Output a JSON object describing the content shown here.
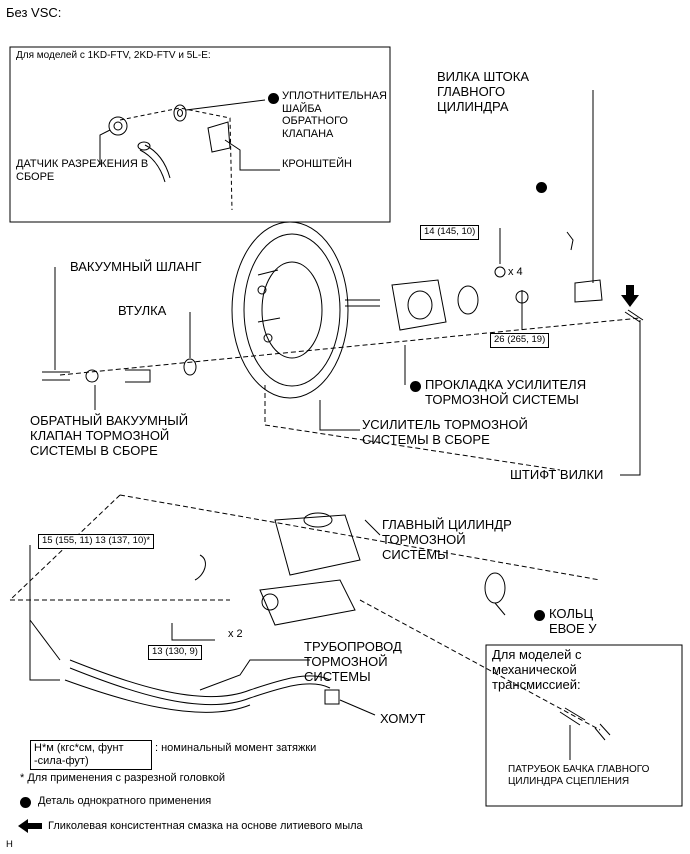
{
  "title": "Без VSC:",
  "inset_note": "Для моделей с 1KD-FTV, 2KD-FTV и 5L-E:",
  "labels": {
    "check_valve_gasket": "УПЛОТНИТЕЛЬНАЯ\nШАЙБА\nОБРАТНОГО\nКЛАПАНА",
    "vacuum_sensor": "ДАТЧИК РАЗРЕЖЕНИЯ В\nСБОРЕ",
    "bracket": "КРОНШТЕЙН",
    "push_rod_clevis": "ВИЛКА ШТОКА\nГЛАВНОГО\nЦИЛИНДРА",
    "vacuum_hose": "ВАКУУМНЫЙ ШЛАНГ",
    "grommet": "ВТУЛКА",
    "x4": "x 4",
    "booster_gasket": "ПРОКЛАДКА УСИЛИТЕЛЯ\nТОРМОЗНОЙ СИСТЕМЫ",
    "check_valve": "ОБРАТНЫЙ ВАКУУМНЫЙ\nКЛАПАН ТОРМОЗНОЙ\n СИСТЕМЫ В СБОРЕ",
    "booster": "УСИЛИТЕЛЬ ТОРМОЗНОЙ\nСИСТЕМЫ В СБОРЕ",
    "clevis_pin": "ШТИФТ ВИЛКИ",
    "master_cylinder": "ГЛАВНЫЙ ЦИЛИНДР\nТОРМОЗНОЙ\nСИСТЕМЫ",
    "x2": "x 2",
    "o_ring": "КОЛЬЦ\nЕВОЕ У",
    "brake_line": "ТРУБОПРОВОД\nТОРМОЗНОЙ\nСИСТЕМЫ",
    "clamp": "ХОМУТ",
    "manual_note": "Для моделей с\nмеханической\nтрансмиссией:",
    "clutch_union": "ПАТРУБОК БАЧКА ГЛАВНОГО\nЦИЛИНДРА СЦЕПЛЕНИЯ"
  },
  "torques": {
    "t1": "14 (145, 10)",
    "t2": "26 (265, 19)",
    "t3": "15 (155, 11)\n13 (137, 10)*",
    "t4": "13 (130, 9)"
  },
  "legend": {
    "torque_key": "Н*м (кгс*см, фунт\n-сила-фут)",
    "torque_desc": ": номинальный момент затяжки",
    "flare_note": "* Для применения с разрезной головкой",
    "non_reusable": "Деталь однократного применения",
    "grease": "Гликолевая консистентная смазка на основе литиевого мыла"
  },
  "corner_mark": "H",
  "icons": {
    "non_reusable": "filled-circle-icon",
    "grease": "arrow-left-icon"
  }
}
